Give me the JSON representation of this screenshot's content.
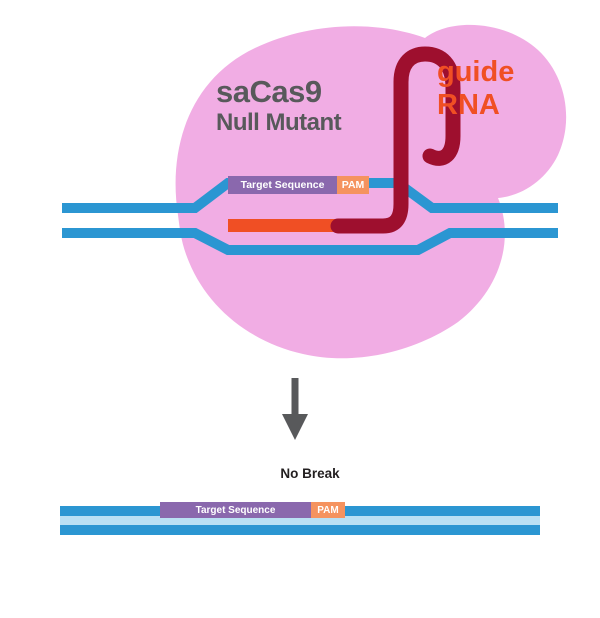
{
  "labels": {
    "protein_name": "saCas9",
    "protein_variant": "Null Mutant",
    "guide_line1": "guide",
    "guide_line2": "RNA",
    "target_sequence_top": "Target Sequence",
    "pam_top": "PAM",
    "result": "No Break",
    "target_sequence_bottom": "Target Sequence",
    "pam_bottom": "PAM"
  },
  "colors": {
    "blob": "#f1ade4",
    "dna_blue": "#2b96d2",
    "dna_light_blue": "#b9e0f4",
    "guide_rna": "#9e0f2e",
    "orange": "#f04f24",
    "purple": "#8a68ad",
    "pam_orange": "#f5935f",
    "gray": "#58595b",
    "text_dark": "#231f20"
  }
}
